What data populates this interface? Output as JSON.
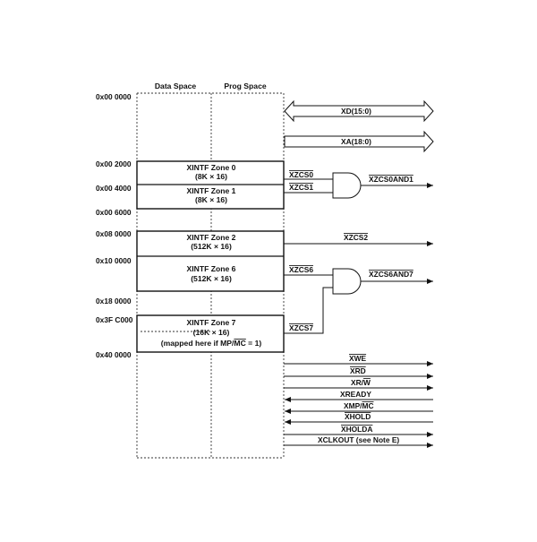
{
  "headers": {
    "data_space": "Data Space",
    "prog_space": "Prog Space"
  },
  "addresses": {
    "a0": "0x00 0000",
    "a2000": "0x00 2000",
    "a4000": "0x00 4000",
    "a6000": "0x00 6000",
    "a80000": "0x08 0000",
    "a100000": "0x10 0000",
    "a180000": "0x18 0000",
    "a3fc000": "0x3F C000",
    "a400000": "0x40 0000"
  },
  "zones": {
    "z0_title": "XINTF Zone 0",
    "z0_size": "(8K × 16)",
    "z1_title": "XINTF Zone 1",
    "z1_size": "(8K × 16)",
    "z2_title": "XINTF Zone 2",
    "z2_size": "(512K × 16)",
    "z6_title": "XINTF Zone 6",
    "z6_size": "(512K × 16)",
    "z7_title": "XINTF Zone 7",
    "z7_size": "(16K × 16)",
    "z7_note_prefix": "(mapped here if MP/",
    "z7_note_bar": "MC",
    "z7_note_suffix": " = 1)"
  },
  "buses": {
    "data_bus": "XD(15:0)",
    "addr_bus": "XA(18:0)"
  },
  "chip_selects": {
    "cs0": "XZCS0",
    "cs1": "XZCS1",
    "cs0and1": "XZCS0AND1",
    "cs2": "XZCS2",
    "cs6": "XZCS6",
    "cs7": "XZCS7",
    "cs6and7": "XZCS6AND7"
  },
  "control_signals": {
    "xwe": "XWE",
    "xrd": "XRD",
    "xrw_prefix": "XR/",
    "xrw_bar": "W",
    "xready": "XREADY",
    "xmp_prefix": "XMP/",
    "xmp_bar": "MC",
    "xhold": "XHOLD",
    "xholda": "XHOLDA",
    "xclkout": "XCLKOUT (see Note E)"
  }
}
